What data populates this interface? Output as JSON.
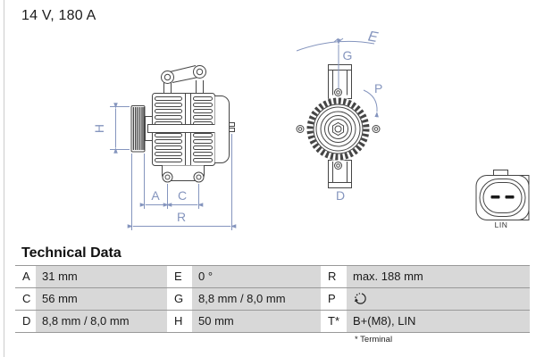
{
  "page": {
    "background": "#ffffff",
    "edge_line_color": "#cccccc"
  },
  "header": {
    "spec": "14 V, 180 A"
  },
  "drawing": {
    "line_color": "#454545",
    "dimension_color": "#8595be",
    "dimension_labels": {
      "h": "H",
      "a": "A",
      "c": "C",
      "r": "R",
      "e": "E",
      "g": "G",
      "p": "P",
      "d": "D"
    },
    "connector": {
      "label": "LIN"
    }
  },
  "technical_data": {
    "heading": "Technical Data",
    "rows": [
      [
        {
          "key": "A",
          "value": "31 mm"
        },
        {
          "key": "E",
          "value": "0 °"
        },
        {
          "key": "R",
          "value": "max. 188 mm"
        }
      ],
      [
        {
          "key": "C",
          "value": "56 mm"
        },
        {
          "key": "G",
          "value": "8,8 mm / 8,0 mm"
        },
        {
          "key": "P",
          "value": "",
          "icon": "rotation-direction"
        }
      ],
      [
        {
          "key": "D",
          "value": "8,8 mm / 8,0 mm"
        },
        {
          "key": "H",
          "value": "50 mm"
        },
        {
          "key": "T*",
          "value": "B+(M8), LIN"
        }
      ]
    ],
    "footnote": "* Terminal",
    "styles": {
      "value_cell_bg": "#d8d8d8",
      "separator_color": "#999999"
    }
  }
}
